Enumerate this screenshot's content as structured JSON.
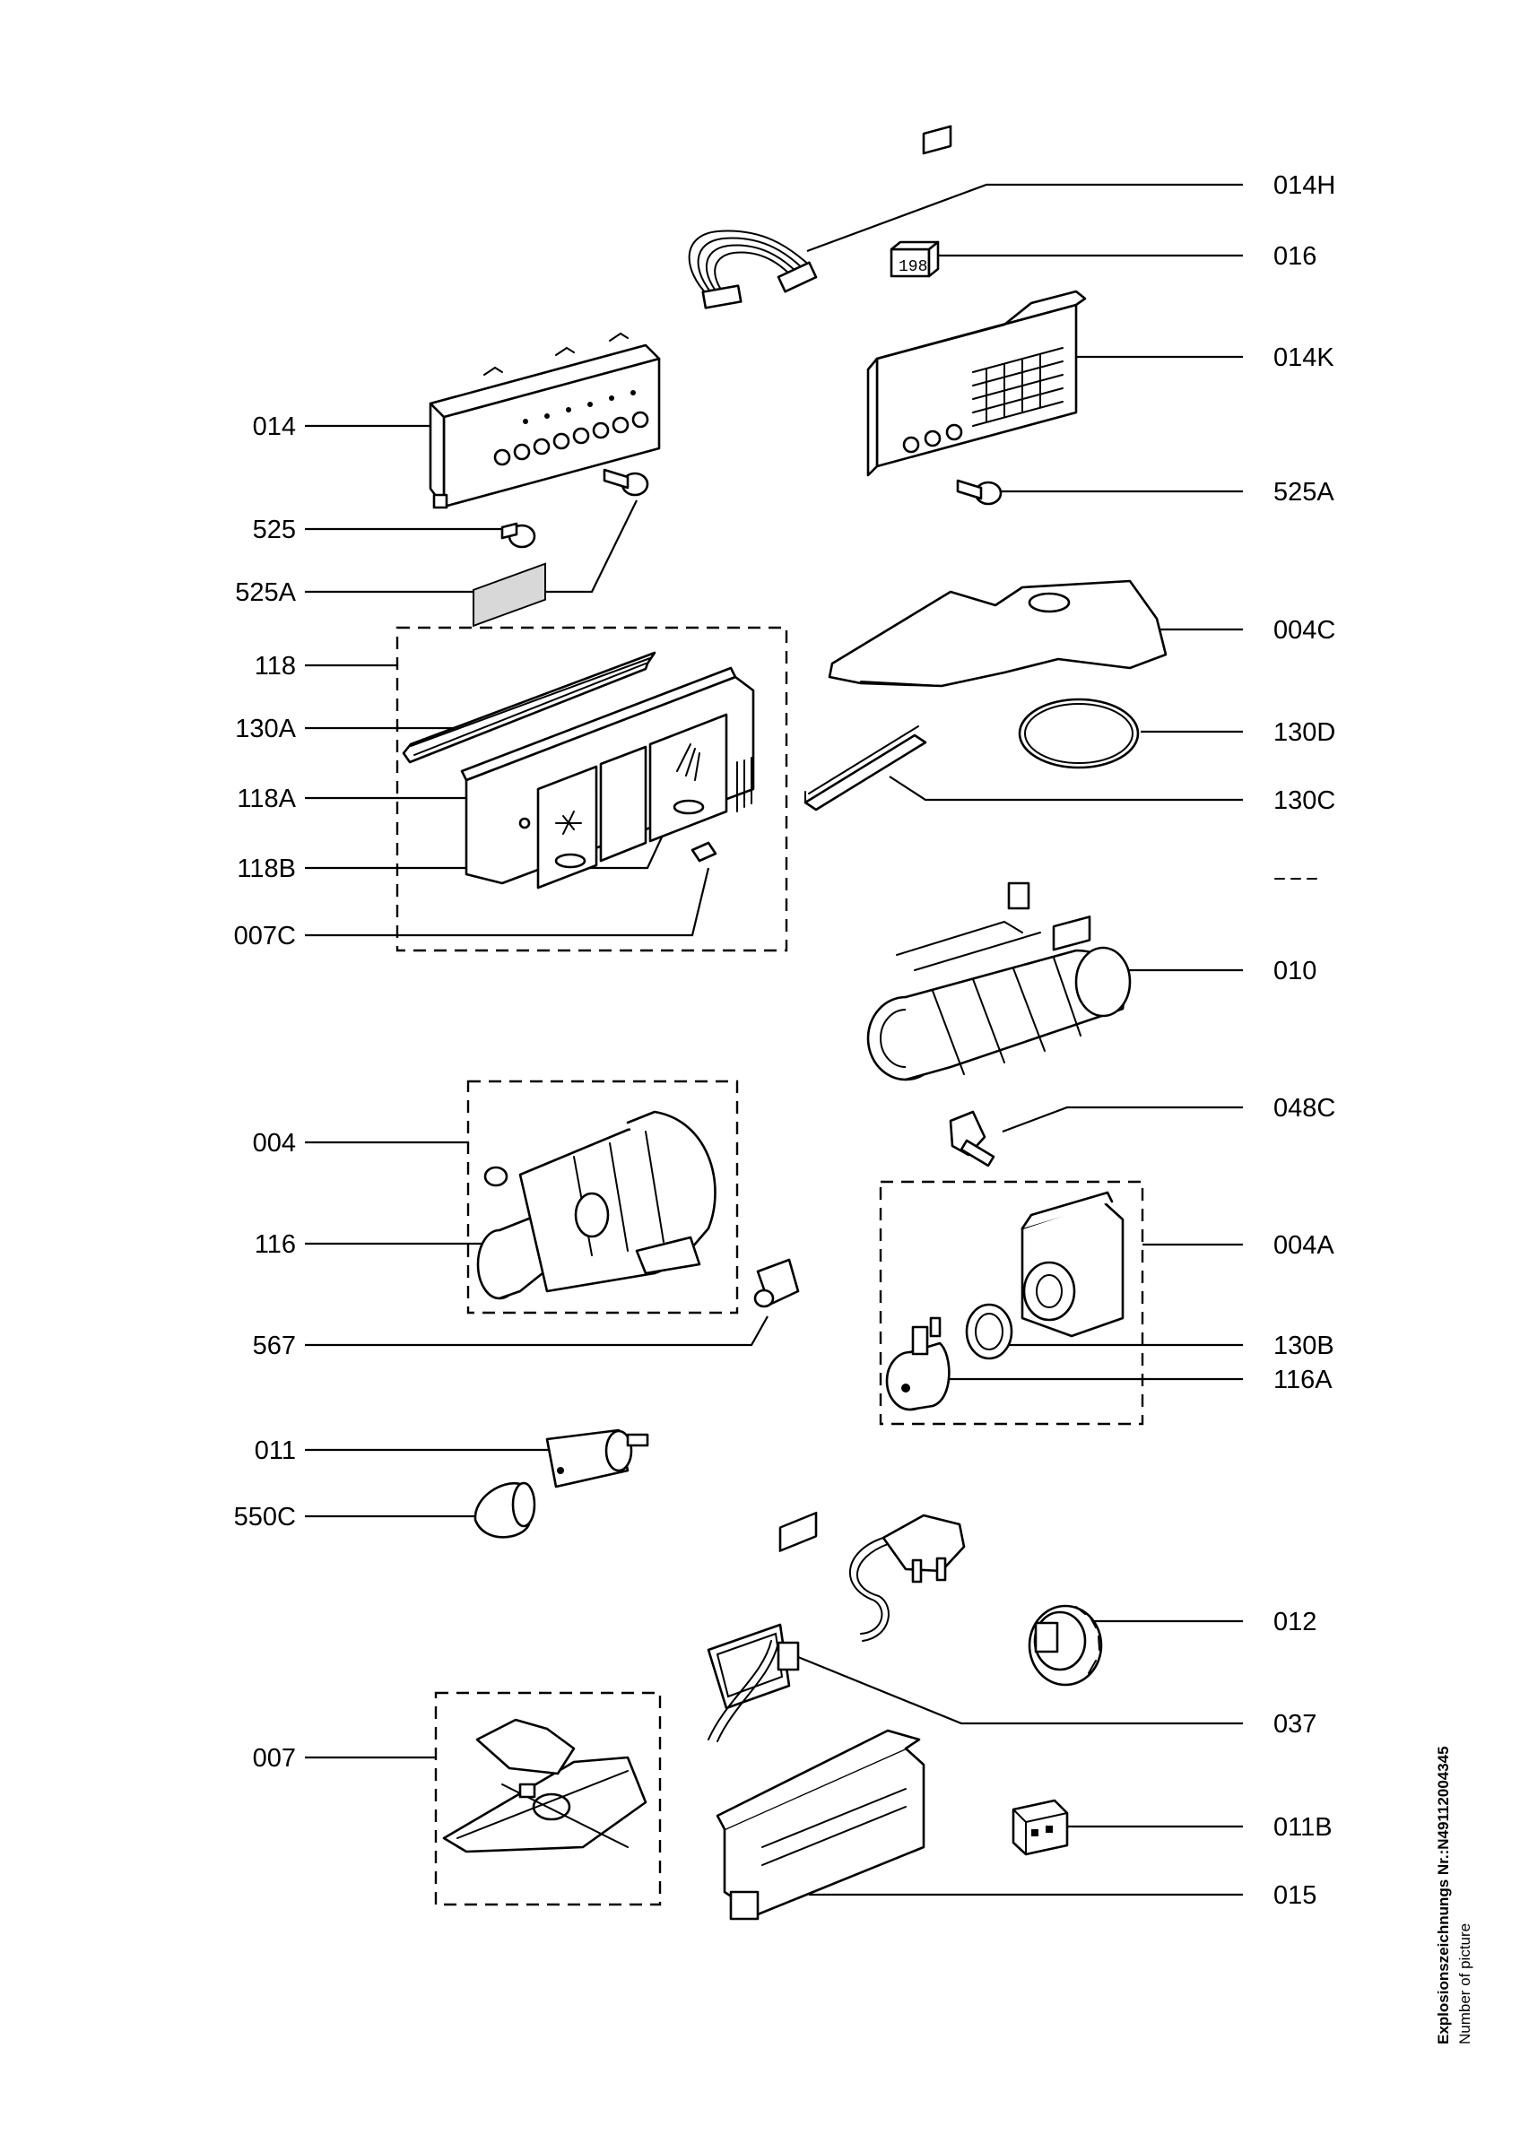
{
  "labels": {
    "l014H": "014H",
    "l016": "016",
    "l014K": "014K",
    "l014": "014",
    "l525": "525",
    "l525A_left": "525A",
    "l525A_right": "525A",
    "l118": "118",
    "l130A": "130A",
    "l118A": "118A",
    "l118B": "118B",
    "l007C": "007C",
    "l004C": "004C",
    "l130D": "130D",
    "l130C": "130C",
    "l010": "010",
    "l048C": "048C",
    "l004": "004",
    "l116": "116",
    "l567": "567",
    "l004A": "004A",
    "l130B": "130B",
    "l116A": "116A",
    "l011": "011",
    "l550C": "550C",
    "l012": "012",
    "l037": "037",
    "l007": "007",
    "l011B": "011B",
    "l015": "015"
  },
  "display_digits": "198",
  "side_note": {
    "title": "Explosionszeichnungs Nr.:N49112004345",
    "subtitle": "Number of picture"
  }
}
